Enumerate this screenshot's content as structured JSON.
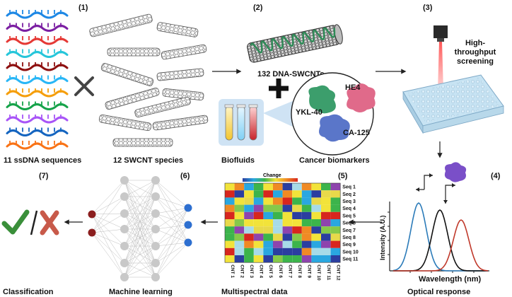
{
  "steps": {
    "s1": "(1)",
    "s2": "(2)",
    "s3": "(3)",
    "s4": "(4)",
    "s5": "(5)",
    "s6": "(6)",
    "s7": "(7)"
  },
  "captions": {
    "ssdna": "11 ssDNA sequences",
    "swcnt": "12 SWCNT species",
    "biofluids": "Biofluids",
    "biomarkers": "Cancer biomarkers",
    "dna_swcnts": "132 DNA-SWCNTs",
    "screening_line1": "High-",
    "screening_line2": "throughput",
    "screening_line3": "screening",
    "classification": "Classification",
    "ml": "Machine learning",
    "multispectral": "Multispectral data",
    "optical": "Optical response"
  },
  "biomarkers": {
    "he4": "HE4",
    "ykl40": "YKL-40",
    "ca125": "CA-125"
  },
  "heatmap": {
    "title": "Change",
    "rows": [
      "Seq 1",
      "Seq 2",
      "Seq 3",
      "Seq 4",
      "Seq 5",
      "Seq 6",
      "Seq 7",
      "Seq 8",
      "Seq 9",
      "Seq 10",
      "Seq 11"
    ],
    "cols": [
      "CNT 1",
      "CNT 2",
      "CNT 3",
      "CNT 4",
      "CNT 5",
      "CNT 6",
      "CNT 7",
      "CNT 8",
      "CNT 9",
      "CNT 10",
      "CNT 11",
      "CNT 12"
    ]
  },
  "spectrum": {
    "ylabel": "Intensity (A.U.)",
    "xlabel": "Wavelength (nm)"
  },
  "colors": {
    "strands": [
      "#1e88e5",
      "#7b1fa2",
      "#e53935",
      "#26c6da",
      "#8e1010",
      "#29b6f6",
      "#f59e0b",
      "#16a34a",
      "#a855f7",
      "#1565c0",
      "#f97316"
    ],
    "peak_blue": "#2b7bb9",
    "peak_black": "#111111",
    "peak_red": "#c0392b",
    "check": "#3a8f3a",
    "cross": "#c85a4a"
  }
}
